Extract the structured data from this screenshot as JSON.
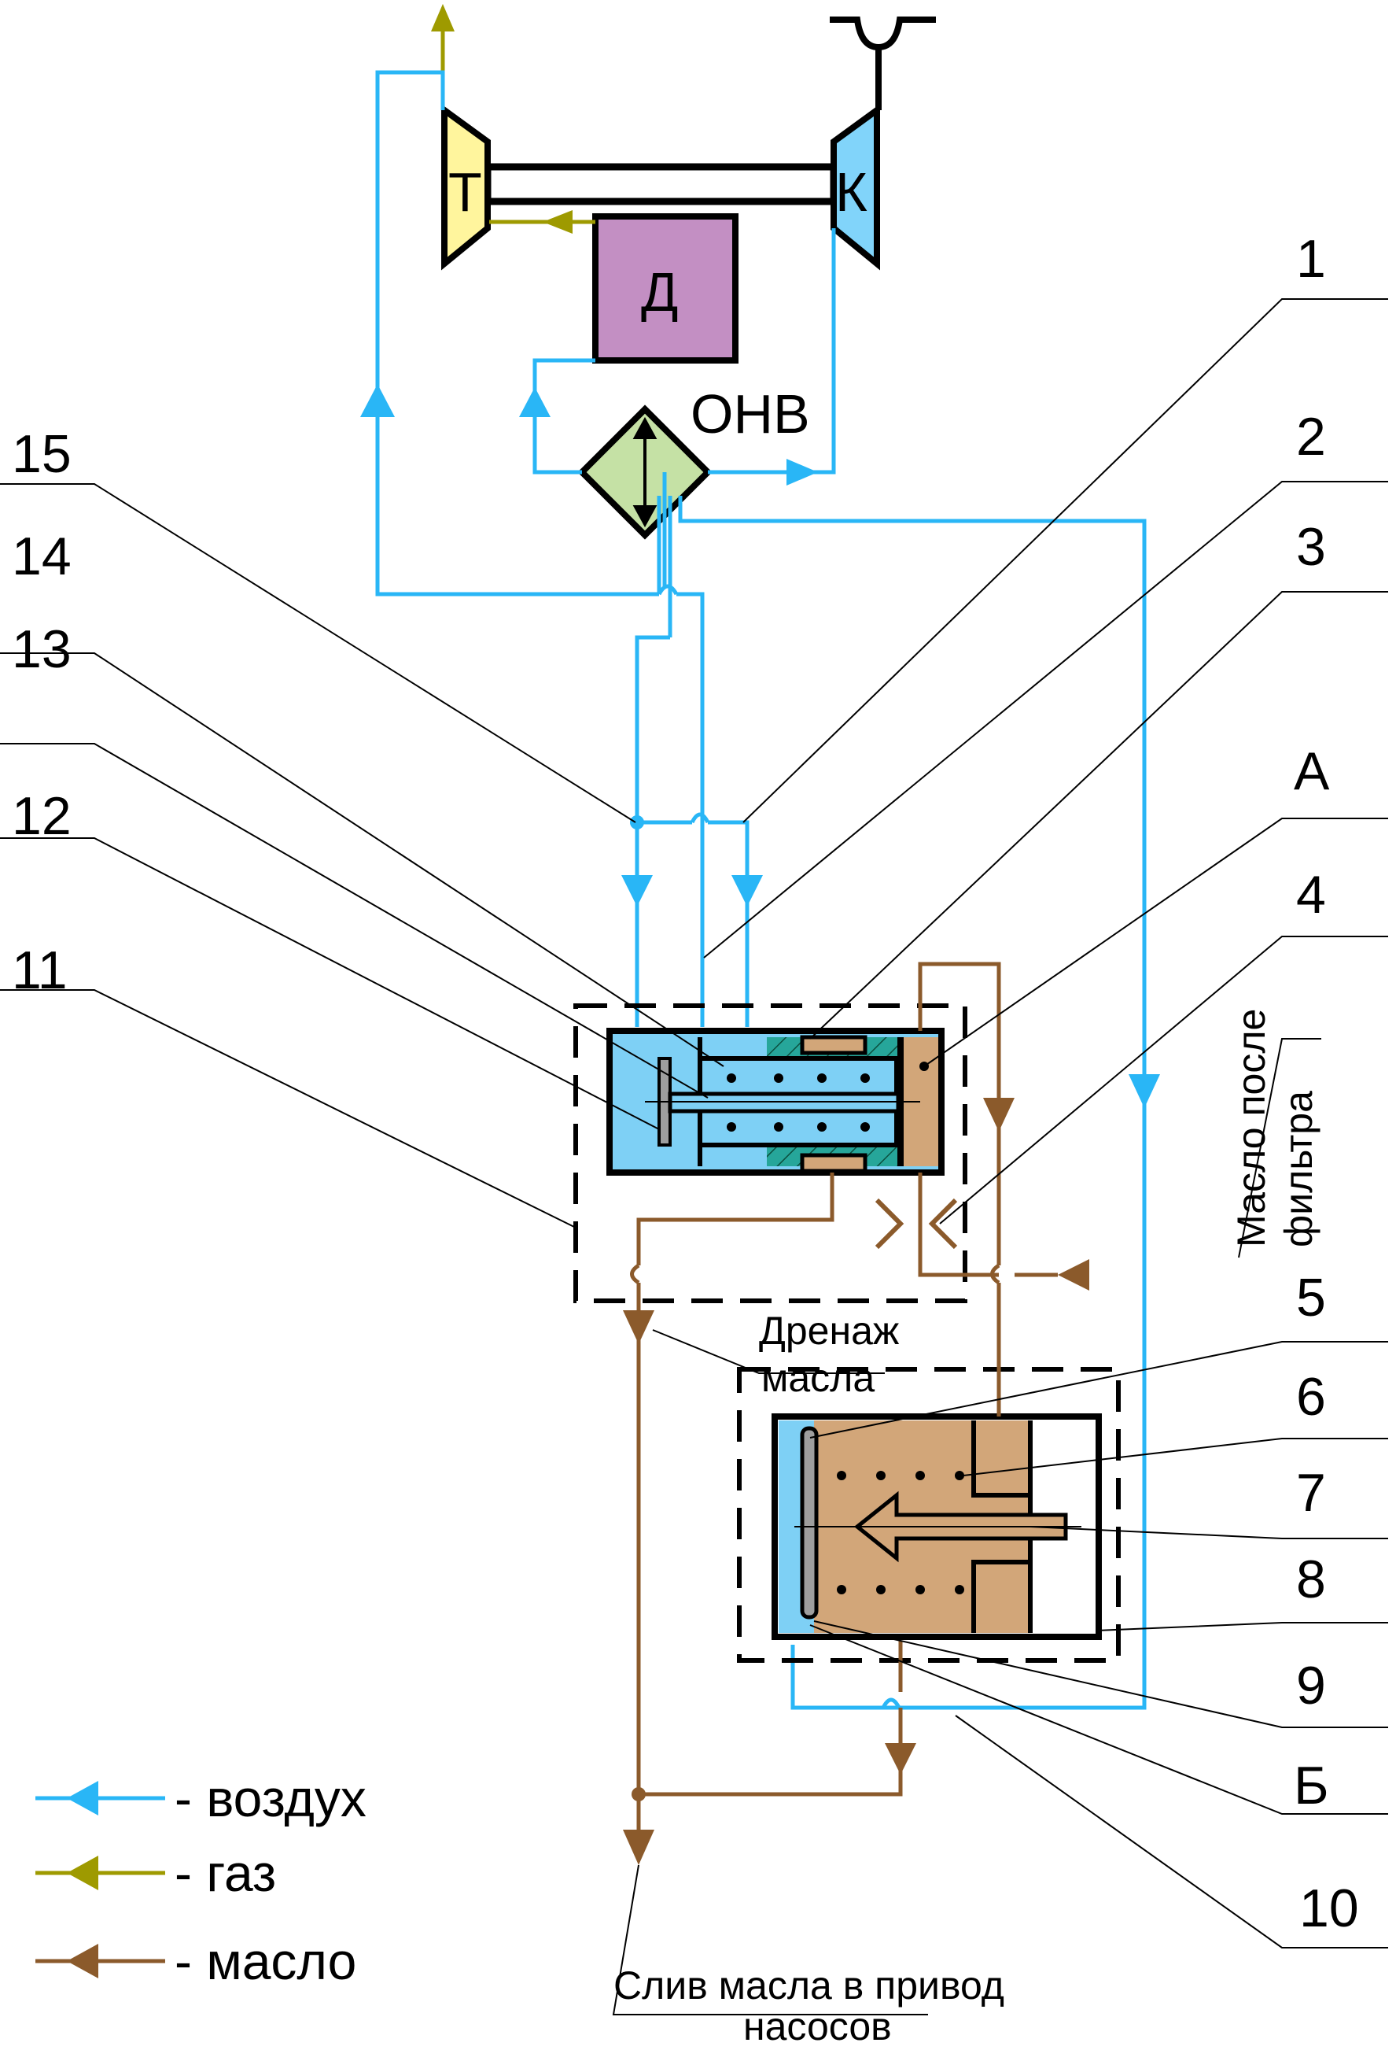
{
  "blocks": {
    "turbine": "Т",
    "compressor": "К",
    "engine": "Д",
    "cooler": "ОНВ"
  },
  "callouts": {
    "n1": "1",
    "n2": "2",
    "n3": "3",
    "n4": "4",
    "n5": "5",
    "n6": "6",
    "n7": "7",
    "n8": "8",
    "n9": "9",
    "n10": "10",
    "n11": "11",
    "n12": "12",
    "n13": "13",
    "n14": "14",
    "n15": "15",
    "A": "А",
    "B": "Б"
  },
  "notes": {
    "oil_after_filter_line1": "Масло после",
    "oil_after_filter_line2": "фильтра",
    "oil_drain_line1": "Дренаж",
    "oil_drain_line2": "масла",
    "oil_to_pumps_line1": "Слив масла в привод",
    "oil_to_pumps_line2": "насосов"
  },
  "legend": [
    {
      "label": "- воздух",
      "color": "#29b6f6"
    },
    {
      "label": "- газ",
      "color": "#9e9a00"
    },
    {
      "label": "- масло",
      "color": "#8b5a2b"
    }
  ],
  "colors": {
    "air": "#29b6f6",
    "gas": "#9e9a00",
    "oil": "#8b5a2b",
    "turbine_fill": "#fff59d",
    "compressor_fill": "#81d4fa",
    "engine_fill": "#c38fc3",
    "cooler_fill": "#c5e1a5",
    "valve_air_fill": "#7ed0f5",
    "valve_green_fill": "#26a69a",
    "oil_fill": "#d2a679"
  }
}
